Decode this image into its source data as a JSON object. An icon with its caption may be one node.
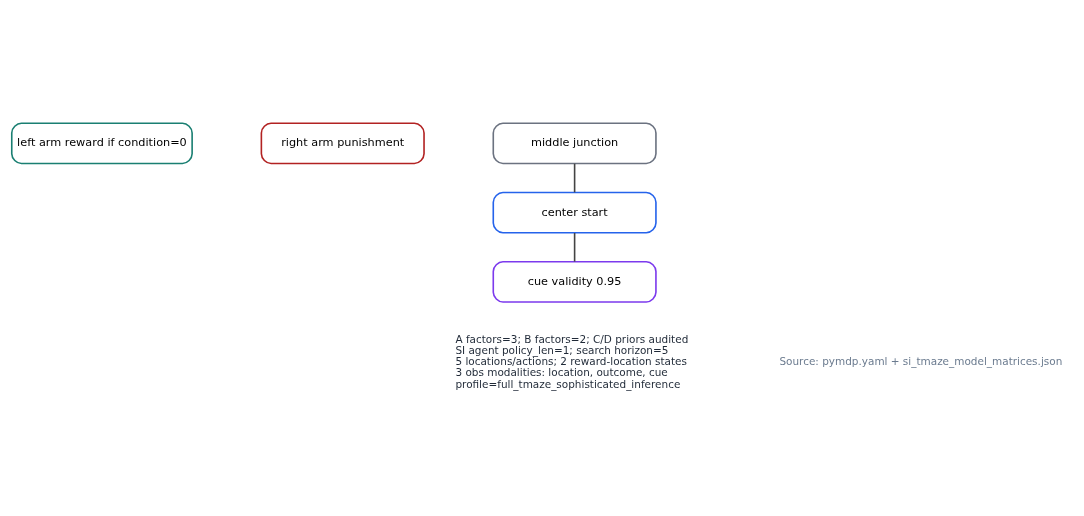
{
  "diagram": {
    "nodes": [
      {
        "text": [
          "left arm reward if condition=0"
        ]
      },
      {
        "text": [
          "right arm punishment"
        ]
      },
      {
        "text": [
          "middle junction"
        ]
      },
      {
        "text": [
          "center start"
        ]
      },
      {
        "text": [
          "cue validity 0.95"
        ]
      }
    ],
    "edges": [
      {
        "from": 2,
        "to": 3,
        "arrow": "none"
      },
      {
        "from": 3,
        "to": 4,
        "arrow": "none"
      }
    ],
    "labels": [
      "A factors=3; B factors=2; C/D priors audited",
      "SI agent policy_len=1; search horizon=5",
      "5 locations/actions; 2 reward-location states",
      "3 obs modalities: location, outcome, cue",
      "profile=full_tmaze_sophisticated_inference",
      "Source: pymdp.yaml + si_tmaze_model_matrices.json"
    ]
  }
}
